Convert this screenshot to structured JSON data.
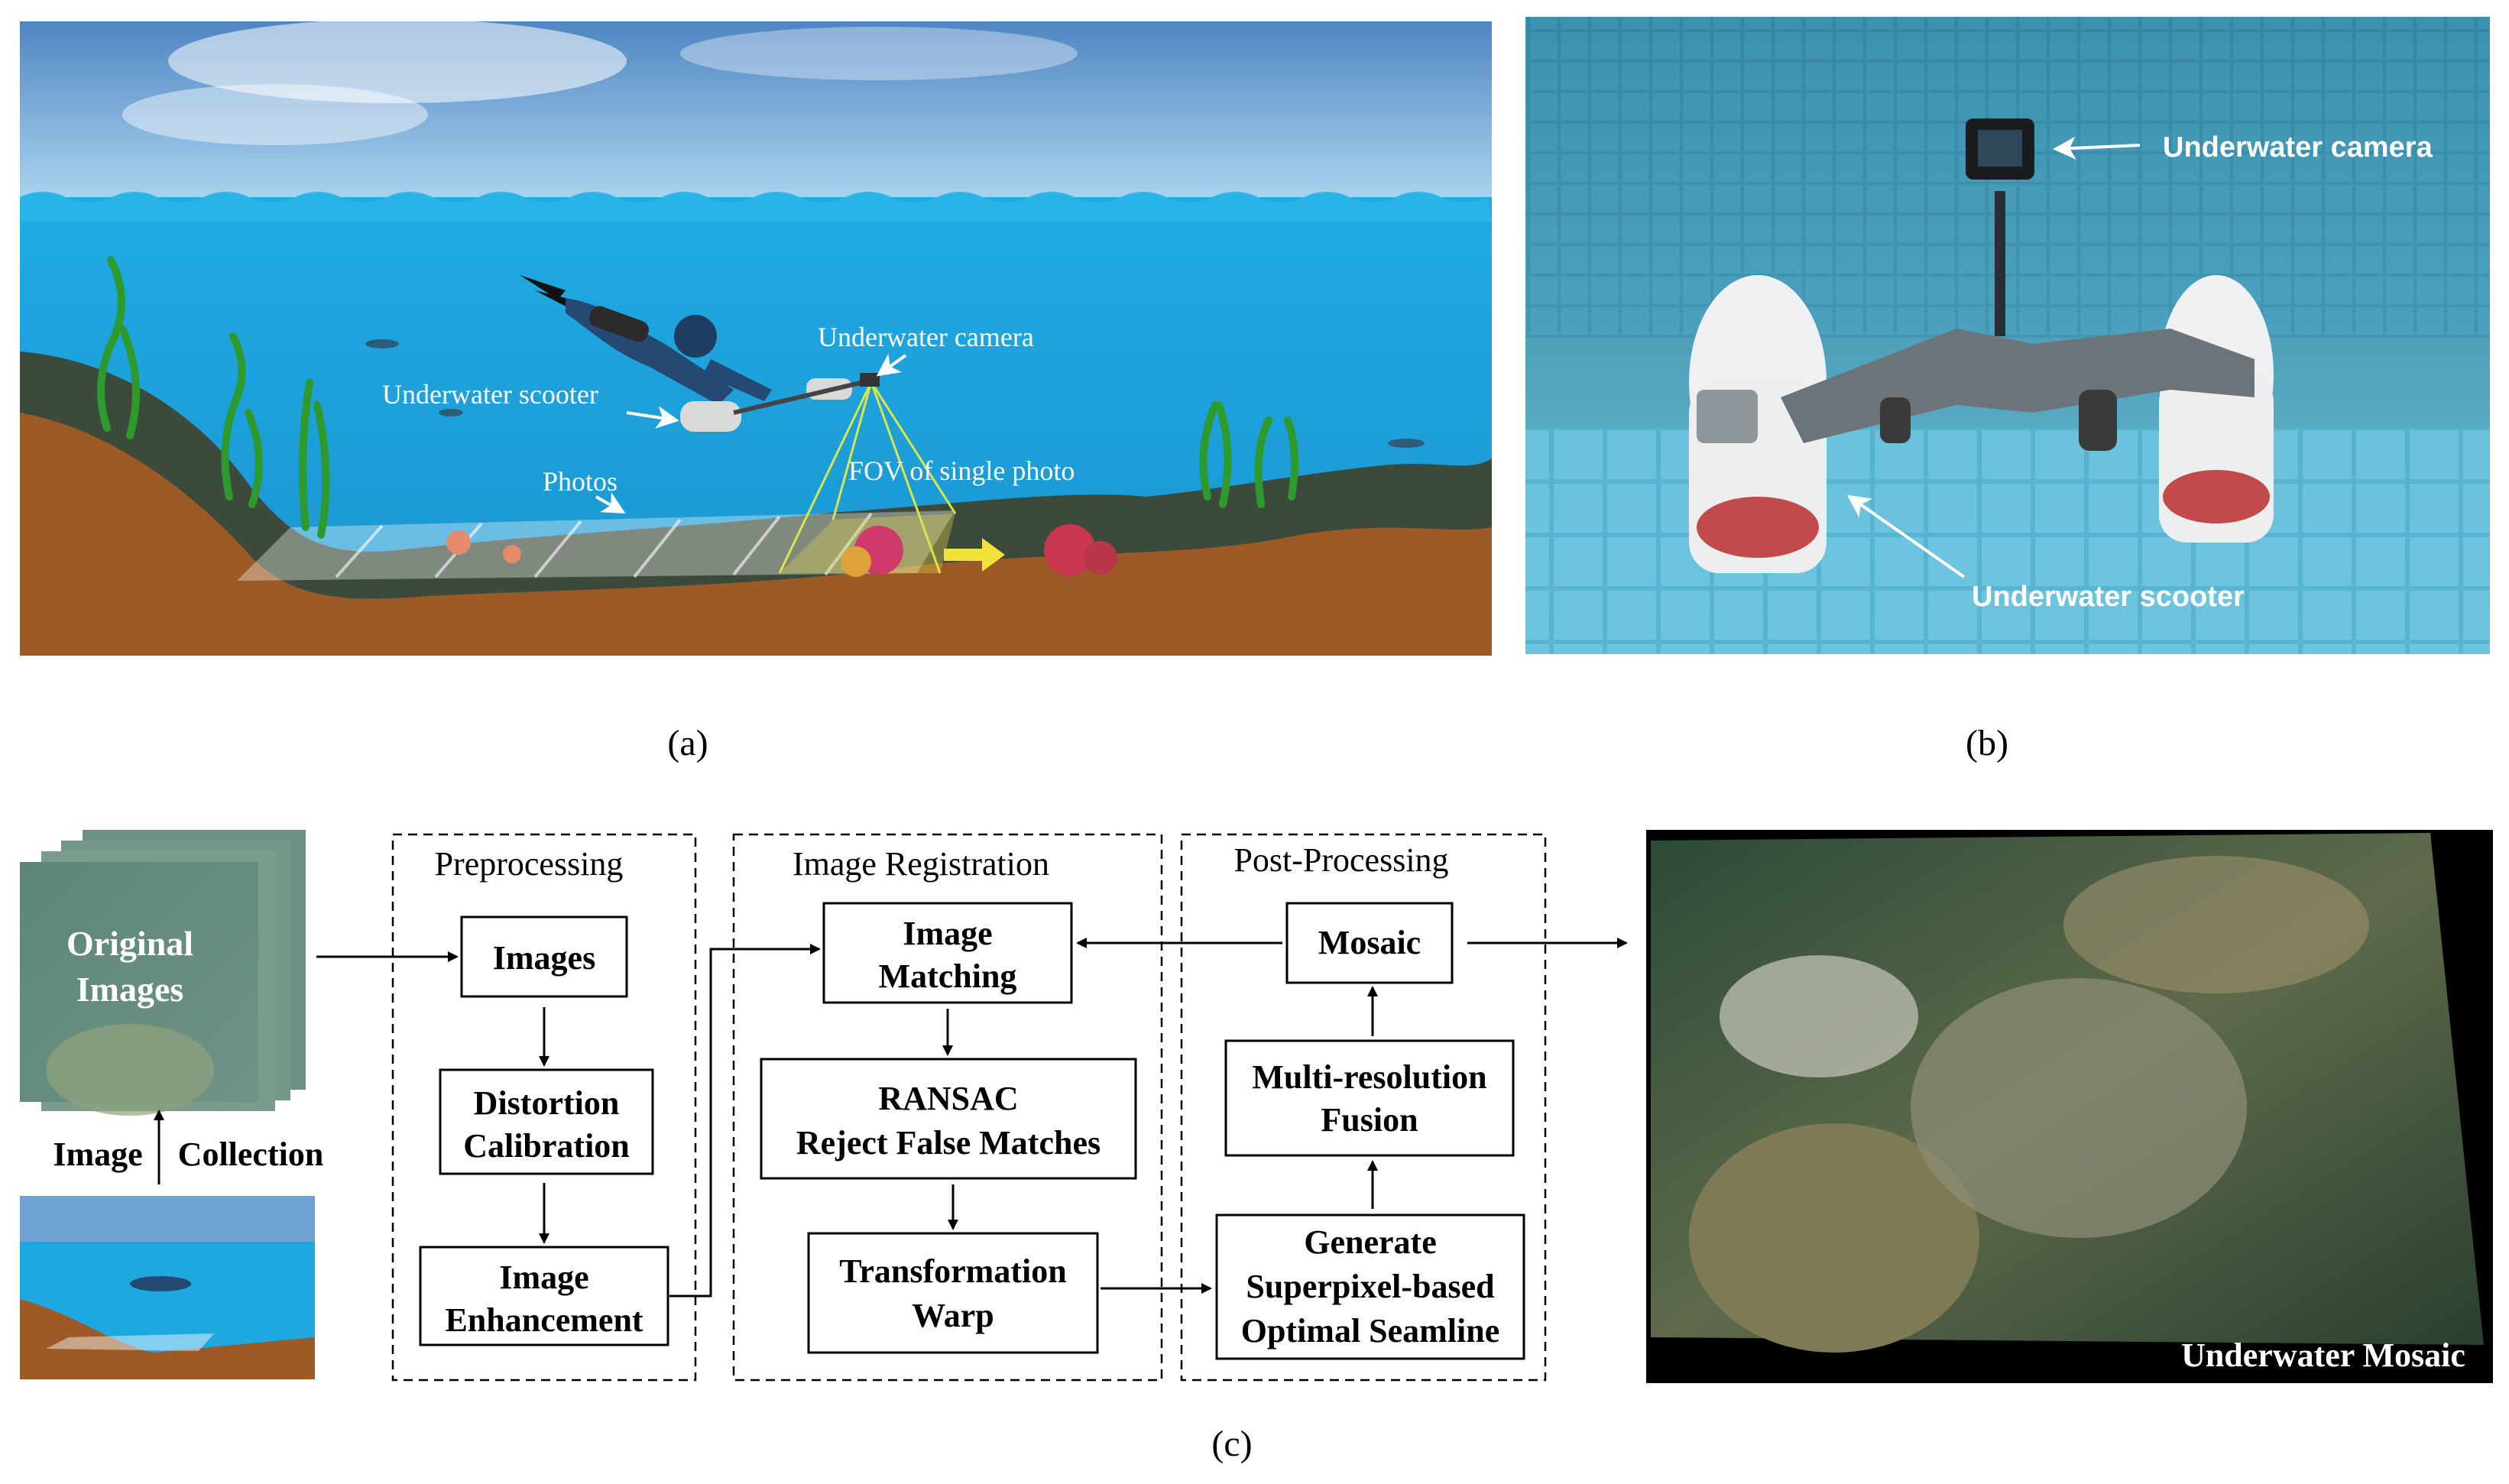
{
  "panel_a": {
    "caption": "(a)",
    "labels": {
      "camera": "Underwater camera",
      "scooter": "Underwater scooter",
      "photos": "Photos",
      "fov": "FOV of single photo"
    }
  },
  "panel_b": {
    "caption": "(b)",
    "labels": {
      "camera": "Underwater camera",
      "scooter": "Underwater scooter"
    }
  },
  "panel_c": {
    "caption": "(c)",
    "original_images": [
      "Original",
      "Images"
    ],
    "image_collection": [
      "Image",
      "Collection"
    ],
    "groups": {
      "preprocessing": "Preprocessing",
      "registration": "Image Registration",
      "postprocessing": "Post-Processing"
    },
    "boxes": {
      "images": [
        "Images"
      ],
      "distortion": [
        "Distortion",
        "Calibration"
      ],
      "enhancement": [
        "Image",
        "Enhancement"
      ],
      "matching": [
        "Image",
        "Matching"
      ],
      "ransac": [
        "RANSAC",
        "Reject False Matches"
      ],
      "transform": [
        "Transformation",
        "Warp"
      ],
      "mosaic": [
        "Mosaic"
      ],
      "fusion": [
        "Multi-resolution",
        "Fusion"
      ],
      "seamline": [
        "Generate",
        "Superpixel-based",
        "Optimal Seamline"
      ]
    },
    "mosaic_label": "Underwater Mosaic"
  },
  "colors": {
    "sky_top": "#5a8fc4",
    "water": "#1fa8e0",
    "seabed": "#9a5a26",
    "tile_blue": "#56b7d2",
    "reef_dark": "#1f3528"
  }
}
